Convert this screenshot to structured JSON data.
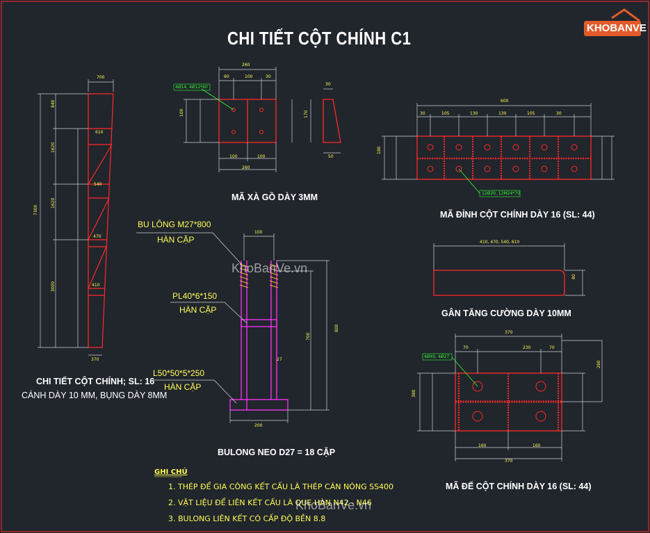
{
  "title": "CHI TIẾT CỘT CHÍNH C1",
  "logo_text": "KHOBANVE",
  "watermarks": [
    "KhoBanVe.vn",
    "KhoBanVe.vn"
  ],
  "captions": {
    "column": "CHI TIẾT CỘT CHÍNH; SL: 16",
    "column_sub": "CÁNH DÀY 10 MM, BỤNG DÀY 8MM",
    "beam_plate": "MÃ XÀ GỒ DÀY 3MM",
    "top_plate": "MÃ ĐỈNH CỘT CHÍNH DÀY 16 (SL: 44)",
    "stiffener": "GÂN TĂNG CƯỜNG DÀY 10MM",
    "anchor": "BULONG NEO D27 = 18 CẶP",
    "base_plate": "MÃ ĐẾ CỘT CHÍNH DÀY 16 (SL: 44)"
  },
  "labels": {
    "bolt": "BU LÔNG M27*800",
    "bolt_weld": "HÀN CẶP",
    "plate": "PL40*6*150",
    "plate_weld": "HÀN CẶP",
    "angle": "L50*50*5*250",
    "angle_weld": "HÀN CẶP"
  },
  "notes": {
    "heading": "GHI CHÚ",
    "items": [
      "1. THÉP ĐỂ GIA CÔNG KẾT CẤU LÀ THÉP CÁN NÓNG SS400",
      "2. VẬT LIỆU ĐỂ LIÊN KẾT CẤU LÀ QUE HÀN N42 - N46",
      "3. BULONG LIÊN KẾT CÓ CẤP ĐỘ BỀN 8.8"
    ]
  },
  "dims": {
    "col_top": "700",
    "col_bottom": "370",
    "col_total": "7300",
    "col_seg1": "840",
    "col_seg2": "1620",
    "col_seg3": "1620",
    "col_seg4": "3000",
    "col_w1": "610",
    "col_w2": "540",
    "col_w3": "470",
    "col_w4": "410",
    "xg_total": "260",
    "xg_top_a": "60",
    "xg_top_b": "100",
    "xg_top_c": "30",
    "xg_bot_a": "100",
    "xg_bot_b": "100",
    "xg_bot_total": "260",
    "xg_h": "100",
    "xg_side_top": "30",
    "xg_side_h": "170",
    "xg_side_bot": "50",
    "xg_note": "4Ø14, 4Ø12*60",
    "dc_total": "600",
    "dc_a": "30",
    "dc_b": "105",
    "dc_c": "130",
    "dc_d": "130",
    "dc_e": "105",
    "dc_f": "30",
    "dc_h": "180",
    "dc_note": "12Ø20, 12M24*70",
    "st_total": "410, 470, 540, 610",
    "st_h": "80",
    "bn_w": "100",
    "bn_total": "800",
    "bn_h": "700",
    "bn_base": "200",
    "bn_tl": "27",
    "bd_total": "370",
    "bd_a": "70",
    "bd_b": "230",
    "bd_c": "70",
    "bd_h": "380",
    "bd_bot_a": "160",
    "bd_bot_b": "160",
    "bd_bot_total": "370",
    "bd_note": "4Ø40, 4Ø27",
    "bd_side": "280"
  }
}
